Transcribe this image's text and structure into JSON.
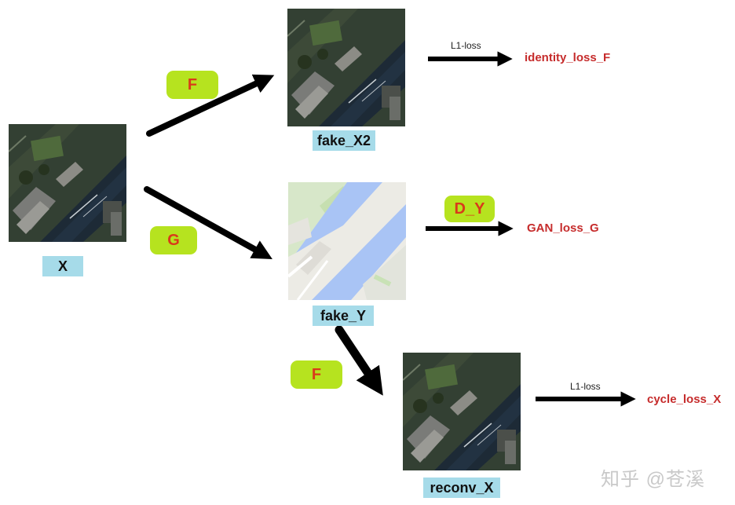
{
  "nodes": {
    "x": "X",
    "fake_x2": "fake_X2",
    "fake_y": "fake_Y",
    "reconv_x": "reconv_X"
  },
  "generators": {
    "f_top": "F",
    "g": "G",
    "f_bottom": "F",
    "d_y": "D_Y"
  },
  "edge_labels": {
    "l1_top": "L1-loss",
    "l1_bottom": "L1-loss"
  },
  "losses": {
    "identity": "identity_loss_F",
    "gan": "GAN_loss_G",
    "cycle": "cycle_loss_X"
  },
  "watermark": "知乎 @苍溪",
  "colors": {
    "caption_bg": "#a6dbe9",
    "pill_bg": "#b6e31f",
    "pill_text": "#d93a1a",
    "loss_text": "#c62c2c"
  }
}
